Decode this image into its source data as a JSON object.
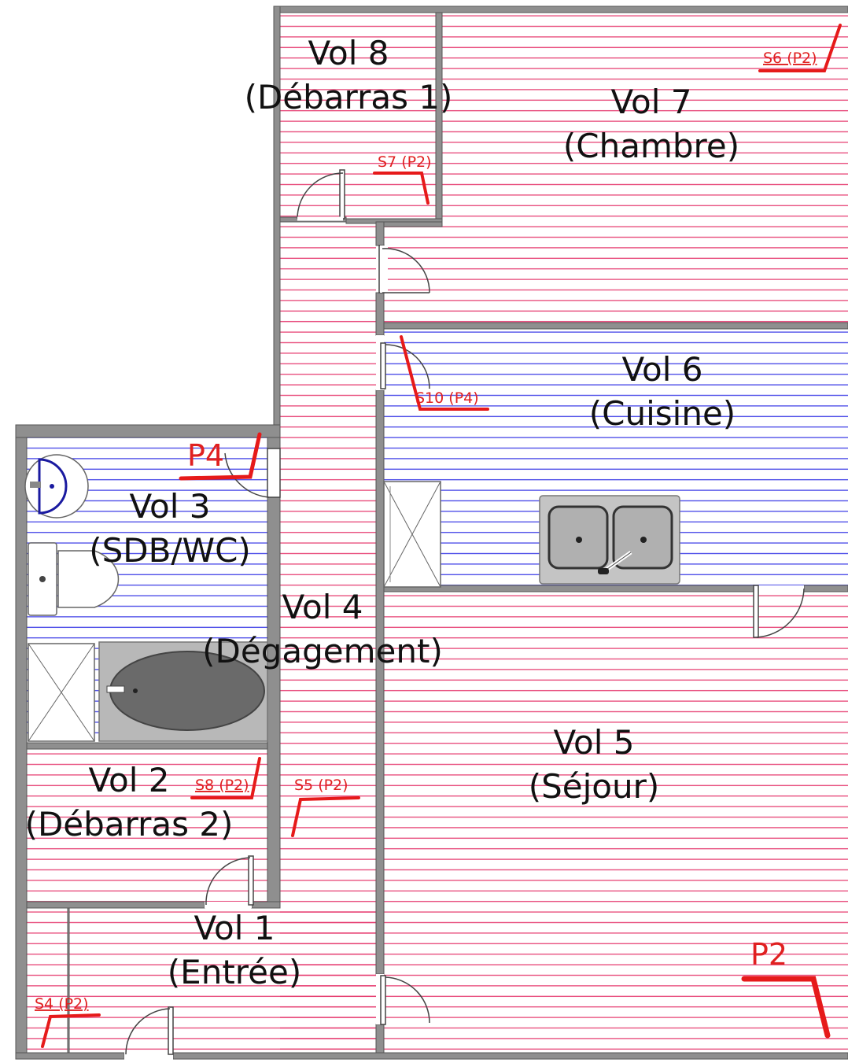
{
  "colors": {
    "wall": "#8f8f8f",
    "wall_border": "#555555",
    "hatch_pink": "#e63a6f",
    "hatch_blue": "#3a3ae6",
    "marker_red": "#e61a1a",
    "fixture_gray": "#a0a0a0",
    "fixture_dark": "#6a6a6a"
  },
  "rooms": [
    {
      "id": "vol1",
      "vol": "Vol 1",
      "name": "(Entrée)",
      "hatch": "pink"
    },
    {
      "id": "vol2",
      "vol": "Vol 2",
      "name": "(Débarras 2)",
      "hatch": "pink"
    },
    {
      "id": "vol3",
      "vol": "Vol 3",
      "name": "(SDB/WC)",
      "hatch": "blue"
    },
    {
      "id": "vol4",
      "vol": "Vol 4",
      "name": "(Dégagement)",
      "hatch": "pink"
    },
    {
      "id": "vol5",
      "vol": "Vol 5",
      "name": "(Séjour)",
      "hatch": "pink"
    },
    {
      "id": "vol6",
      "vol": "Vol 6",
      "name": "(Cuisine)",
      "hatch": "blue"
    },
    {
      "id": "vol7",
      "vol": "Vol 7",
      "name": "(Chambre)",
      "hatch": "pink"
    },
    {
      "id": "vol8",
      "vol": "Vol 8",
      "name": "(Débarras 1)",
      "hatch": "pink"
    }
  ],
  "markers": [
    {
      "id": "s6",
      "label": "S6 (P2)"
    },
    {
      "id": "s7",
      "label": "S7 (P2)"
    },
    {
      "id": "s10",
      "label": "S10 (P4)"
    },
    {
      "id": "p4",
      "label": "P4"
    },
    {
      "id": "s8",
      "label": "S8 (P2)"
    },
    {
      "id": "s5",
      "label": "S5 (P2)"
    },
    {
      "id": "s4",
      "label": "S4 (P2)"
    },
    {
      "id": "p2",
      "label": "P2"
    }
  ],
  "fixtures": [
    "sink-icon",
    "toilet-icon",
    "bathtub-icon",
    "shower-icon",
    "double-sink-icon",
    "cabinet-icon"
  ]
}
